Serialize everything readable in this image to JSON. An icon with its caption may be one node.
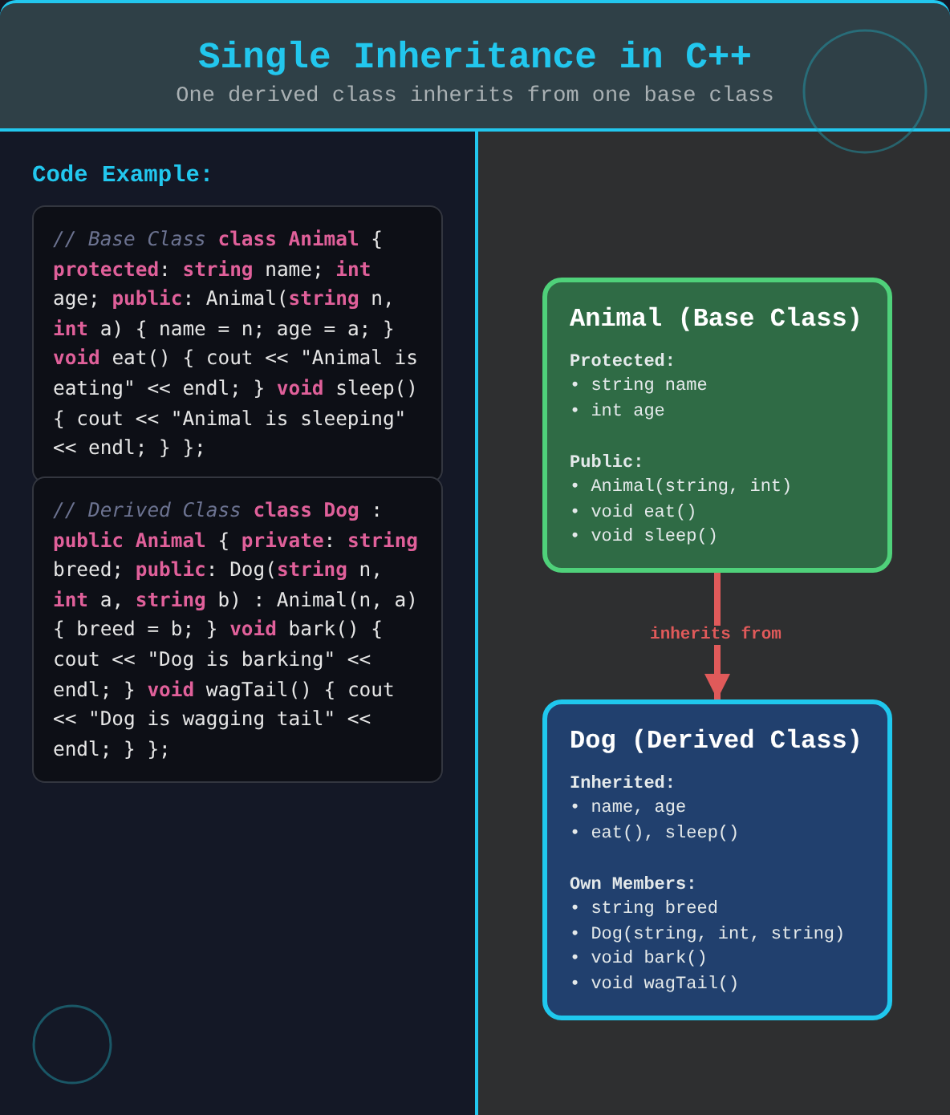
{
  "diagram": {
    "title": "Single Inheritance in C++",
    "nodes": [
      {
        "text": [
          "Code Example:"
        ]
      },
      {
        "text": [
          "*// Base Class* **class** **Animal** { **protected**: **string** name; **int** age; **public**: Animal(**string** n, **int** a) { name = n; age = a; } **void** eat() { cout << \"Animal is eating\" << endl; } **void** sleep() { cout << \"Animal is sleeping\" << endl; } };"
        ],
        "in": 0
      },
      {
        "text": [
          "*// Derived Class* **class** **Dog** : **public** **Animal** { **private**: **string** breed; **public**: Dog(**string** n, **int** a, **string** b) : Animal(n, a) { breed = b; } **void** bark() { cout << \"Dog is barking\" << endl; } **void** wagTail() { cout << \"Dog is wagging tail\" << endl; } };"
        ],
        "in": 0
      },
      {
        "text": [
          "Animal (Base Class)",
          "Protected:",
          "• string name",
          "• int age",
          "Public:",
          "• Animal(string, int)",
          "• void eat()",
          "• void sleep()"
        ]
      },
      {
        "text": [
          "Dog (Derived Class)",
          "Inherited:",
          "• name, age",
          "• eat(), sleep()",
          "Own Members:",
          "• string breed",
          "• Dog(string, int, string)",
          "• void bark()",
          "• void wagTail()"
        ]
      }
    ],
    "edges": [
      {
        "from": 3,
        "to": 4,
        "arrow": "to",
        "label": "inherits from"
      }
    ],
    "labels": [
      "One derived class inherits from one base class"
    ]
  }
}
